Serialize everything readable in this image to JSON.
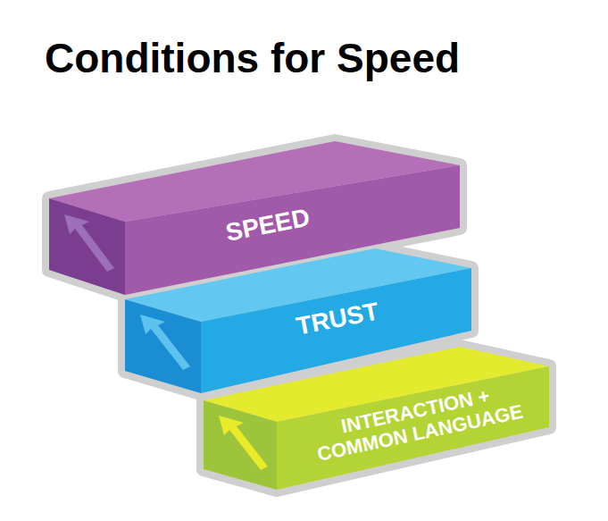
{
  "diagram": {
    "title": "Conditions for Speed",
    "nodes": [
      {
        "text": [
          "SPEED"
        ]
      },
      {
        "text": [
          "TRUST"
        ]
      },
      {
        "text": [
          "INTERACTION + COMMON LANGUAGE"
        ]
      }
    ]
  }
}
